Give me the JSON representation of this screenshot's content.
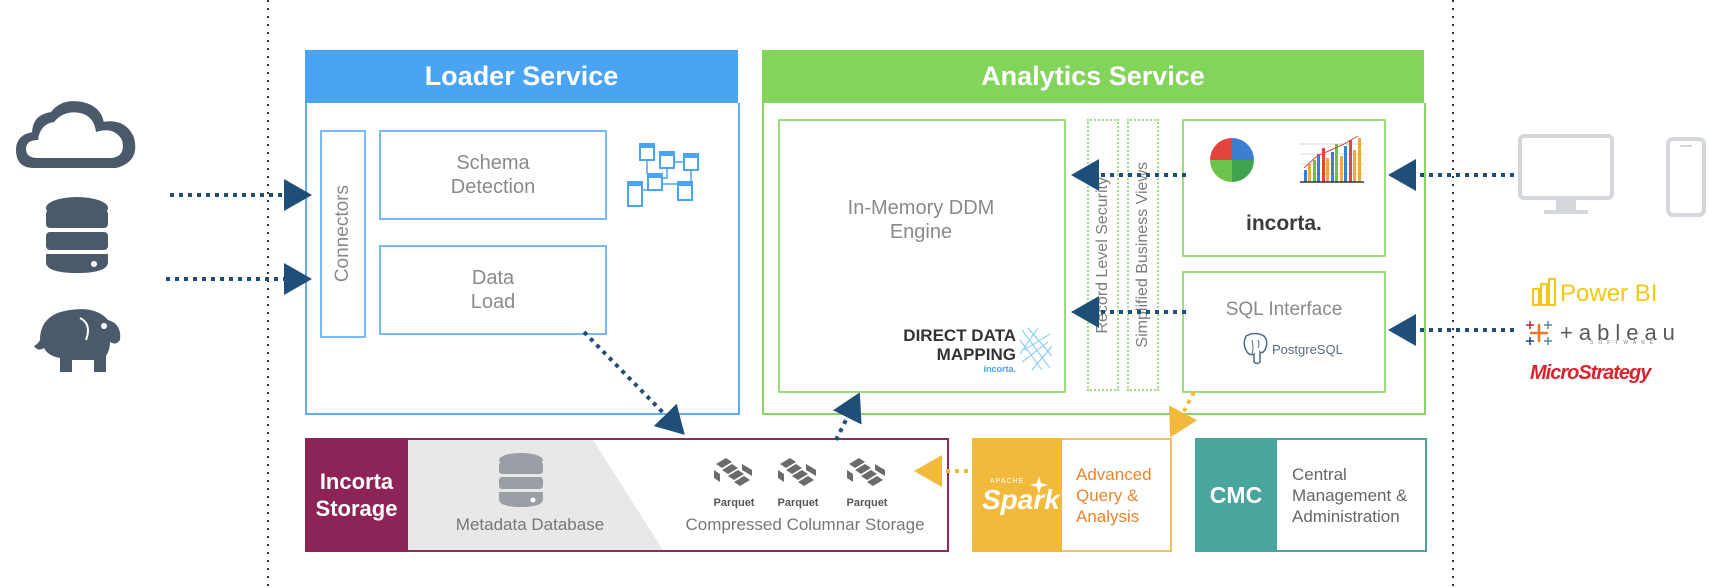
{
  "loader": {
    "title": "Loader Service",
    "connectors": "Connectors",
    "schema_detection": "Schema\nDetection",
    "data_load": "Data\nLoad"
  },
  "analytics": {
    "title": "Analytics Service",
    "engine": "In-Memory DDM\nEngine",
    "ddm_logo_line1": "DIRECT DATA",
    "ddm_logo_line2": "MAPPING",
    "ddm_logo_brand": "incorta.",
    "record_level_security": "Record Level Security",
    "simplified_business_views": "Simplified Business Views",
    "incorta_brand": "incorta.",
    "sql_interface": "SQL Interface",
    "postgresql": "PostgreSQL"
  },
  "storage": {
    "title": "Incorta\nStorage",
    "metadata_database": "Metadata Database",
    "parquet_labels": [
      "Parquet",
      "Parquet",
      "Parquet"
    ],
    "compressed_columnar_storage": "Compressed Columnar Storage"
  },
  "spark": {
    "logo_small": "APACHE",
    "logo": "Spark",
    "text": "Advanced\nQuery &\nAnalysis"
  },
  "cmc": {
    "label": "CMC",
    "text": "Central\nManagement &\nAdministration"
  },
  "clients": {
    "power_bi": "Power BI",
    "tableau": "+ableau",
    "tableau_sub": "SOFTWARE",
    "microstrategy": "MicroStrategy"
  },
  "colors": {
    "loader_blue": "#4aa3f3",
    "analytics_green": "#82d45b",
    "storage_maroon": "#8c2458",
    "spark_orange": "#f1ba3d",
    "cmc_teal": "#4aa59c",
    "arrow_navy": "#1f4e79"
  },
  "icons": {
    "sources": [
      "cloud-icon",
      "database-icon",
      "hadoop-elephant-icon"
    ],
    "devices": [
      "monitor-icon",
      "phone-icon"
    ]
  }
}
